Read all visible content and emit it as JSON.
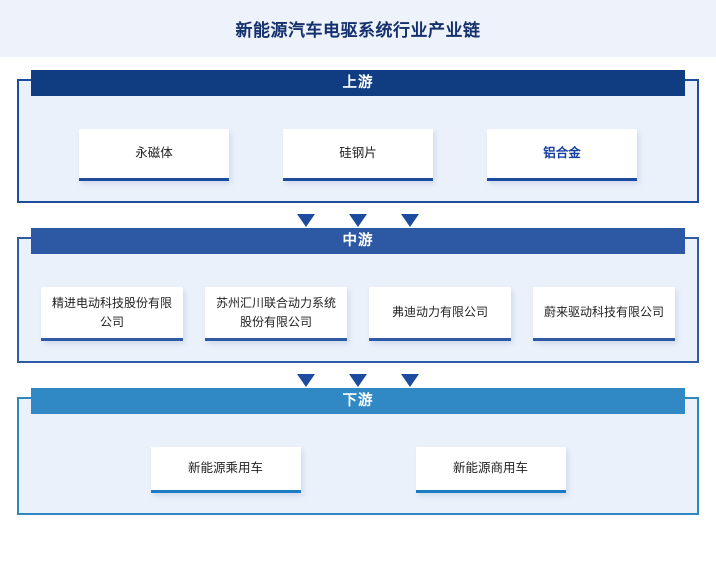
{
  "page": {
    "title": "新能源汽车电驱系统行业产业链",
    "background": "#ffffff",
    "title_band_color": "#eef3fb",
    "title_color": "#14306e"
  },
  "chain": {
    "connector_icon": "triangle-down-icon",
    "connector_count": 3,
    "sections": [
      {
        "key": "upstream",
        "label": "上游",
        "header_color": "#103c82",
        "border_color": "#1d4b9e",
        "body_color": "#eaf1fb",
        "items": [
          {
            "label": "永磁体",
            "accent": false
          },
          {
            "label": "硅钢片",
            "accent": false
          },
          {
            "label": "铝合金",
            "accent": true
          }
        ]
      },
      {
        "key": "midstream",
        "label": "中游",
        "header_color": "#2d58a4",
        "border_color": "#2f5aa6",
        "body_color": "#eaf1fb",
        "items": [
          {
            "label": "精进电动科技股份有限公司",
            "accent": false
          },
          {
            "label": "苏州汇川联合动力系统股份有限公司",
            "accent": false
          },
          {
            "label": "弗迪动力有限公司",
            "accent": false
          },
          {
            "label": "蔚来驱动科技有限公司",
            "accent": false
          }
        ]
      },
      {
        "key": "downstream",
        "label": "下游",
        "header_color": "#3089c4",
        "border_color": "#2e86c1",
        "body_color": "#eaf1fb",
        "items": [
          {
            "label": "新能源乘用车",
            "accent": false
          },
          {
            "label": "新能源商用车",
            "accent": false
          }
        ]
      }
    ]
  }
}
